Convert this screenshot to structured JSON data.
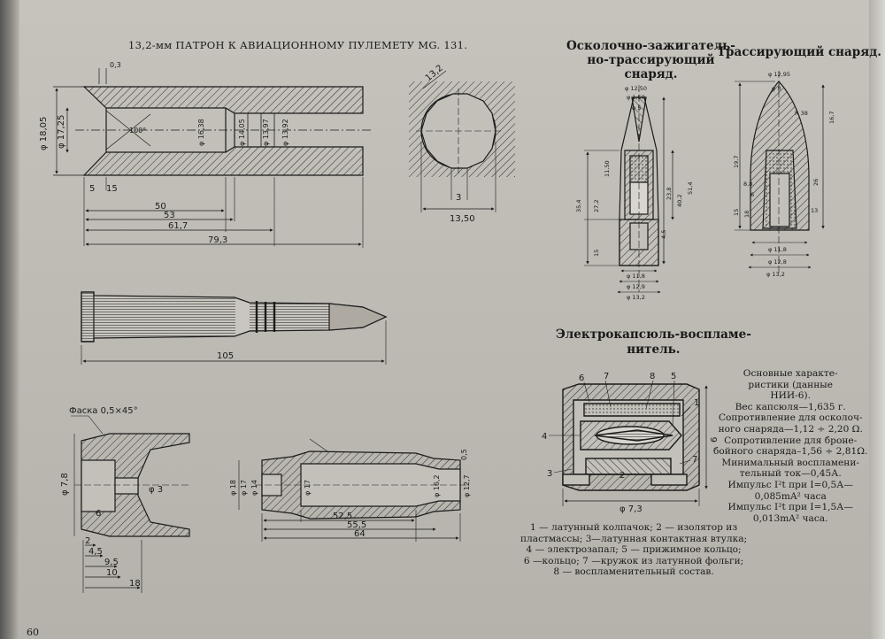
{
  "title": "13,2-мм ПАТРОН К АВИАЦИОННОМУ ПУЛЕМЕТУ MG. 131.",
  "page_number": "60",
  "headings": {
    "oz_line1": "Осколочно-зажигатель-",
    "oz_line2": "но-трассирующий",
    "oz_line3": "снаряд.",
    "tracer": "Трассирующий снаряд.",
    "el_line1": "Электрокапсюль-воспламе-",
    "el_line2": "нитель."
  },
  "specs": [
    "Основные характе-",
    "ристики (данные",
    "НИИ-6).",
    "Вес капсюля—1,635 г.",
    "Сопротивление для осколоч-",
    "ного снаряда—1,12 ÷ 2,20 Ω.",
    "Сопротивление для броне-",
    "бойного снаряда–1,56 ÷ 2,81Ω.",
    "Минимальный воспламени-",
    "тельный ток—0,45А.",
    "Импульс I²t при I=0,5А—",
    "0,085mA² часа",
    "Импульс I²t при I=1,5А—",
    "0,013mA² часа."
  ],
  "legend": [
    "1 — латунный колпачок; 2 — изолятор из",
    "пластмассы; 3—латунная контактная втулка;",
    "4 — электрозапал; 5 — прижимное кольцо;",
    "6 —кольцо; 7 —кружок из латунной фольги;",
    "8 — воспламенительный состав."
  ],
  "dims": {
    "barrel": {
      "d1": "φ 18,05",
      "d2": "φ 17,25",
      "d3": "φ 16,38",
      "d4": "φ 14,05",
      "d5": "φ 13,97",
      "d6": "φ 13,92",
      "angle": "100°",
      "top": "0,3",
      "l1": "5",
      "l2": "15",
      "l3": "50",
      "l4": "53",
      "l5": "61,7",
      "l6": "79,3"
    },
    "bore": {
      "diag": "13,2",
      "land": "3",
      "width": "13,50"
    },
    "cartridge": {
      "len": "105"
    },
    "base": {
      "chamfer": "Фаска 0,5×45°",
      "d78": "φ 7,8",
      "d3": "φ 3",
      "d6": "6",
      "d2": "2",
      "d45": "4,5",
      "d95": "9,5",
      "d10": "10",
      "d18": "18"
    },
    "case": {
      "d18": "φ 18",
      "d17": "φ 17",
      "d14": "φ 14",
      "d17b": "φ 17",
      "d162": "φ 16,2",
      "d127": "φ 12,7",
      "d05": "0,5",
      "l525": "52,5",
      "l555": "55,5",
      "l64": "64"
    },
    "oz": {
      "d1250": "φ 12,50",
      "d150": "φ 1,50",
      "d5": "φ 5",
      "l11": "11",
      "l1150": "11,50",
      "l1": "1",
      "l354": "35,4",
      "l272": "27,2",
      "l238": "23,8",
      "l402": "40,2",
      "l514": "51,4",
      "l15": "15",
      "l45": "4,5",
      "d118": "φ 11,8",
      "d129": "φ 12,9",
      "d132": "φ 13,2"
    },
    "tr": {
      "d1295": "φ 12,95",
      "d8": "φ 8",
      "l197": "19,7",
      "l167": "16,7",
      "l26": "26",
      "r38": "R 38",
      "l88": "8,8",
      "l6": "6",
      "l13": "13",
      "l15": "15",
      "l18": "18",
      "d118": "φ 11,8",
      "d128": "φ 12,8",
      "d132": "φ 13,2"
    },
    "el": {
      "n1": "1",
      "n2": "2",
      "n3": "3",
      "n4": "4",
      "n5": "5",
      "n6": "6",
      "n7": "7",
      "n8": "8",
      "h6": "6",
      "d73": "φ 7,3"
    }
  }
}
